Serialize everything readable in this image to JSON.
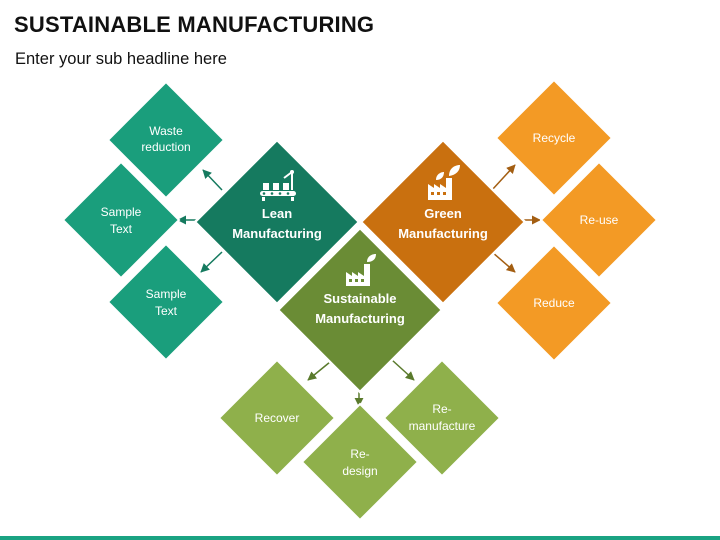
{
  "header": {
    "title": "SUSTAINABLE MANUFACTURING",
    "subtitle": "Enter your sub headline here"
  },
  "colors": {
    "teal_light": "#1a9e7c",
    "teal_dark": "#157a5f",
    "orange_light": "#f39a25",
    "orange_dark": "#c9700f",
    "green_light": "#8fb04b",
    "green_dark": "#6a8c35",
    "accent_bar": "#1aa382"
  },
  "diagram": {
    "lean": {
      "icon": "conveyor-robot-icon",
      "title": [
        "Lean",
        "Manufacturing"
      ],
      "items": [
        [
          "Waste",
          "reduction"
        ],
        [
          "Sample",
          "Text"
        ],
        [
          "Sample",
          "Text"
        ]
      ]
    },
    "green": {
      "icon": "eco-factory-icon",
      "title": [
        "Green",
        "Manufacturing"
      ],
      "items": [
        [
          "Recycle"
        ],
        [
          "Re-use"
        ],
        [
          "Reduce"
        ]
      ]
    },
    "sustainable": {
      "icon": "factory-icon",
      "title": [
        "Sustainable",
        "Manufacturing"
      ],
      "items": [
        [
          "Recover"
        ],
        [
          "Re-",
          "design"
        ],
        [
          "Re-",
          "manufacture"
        ]
      ]
    }
  }
}
